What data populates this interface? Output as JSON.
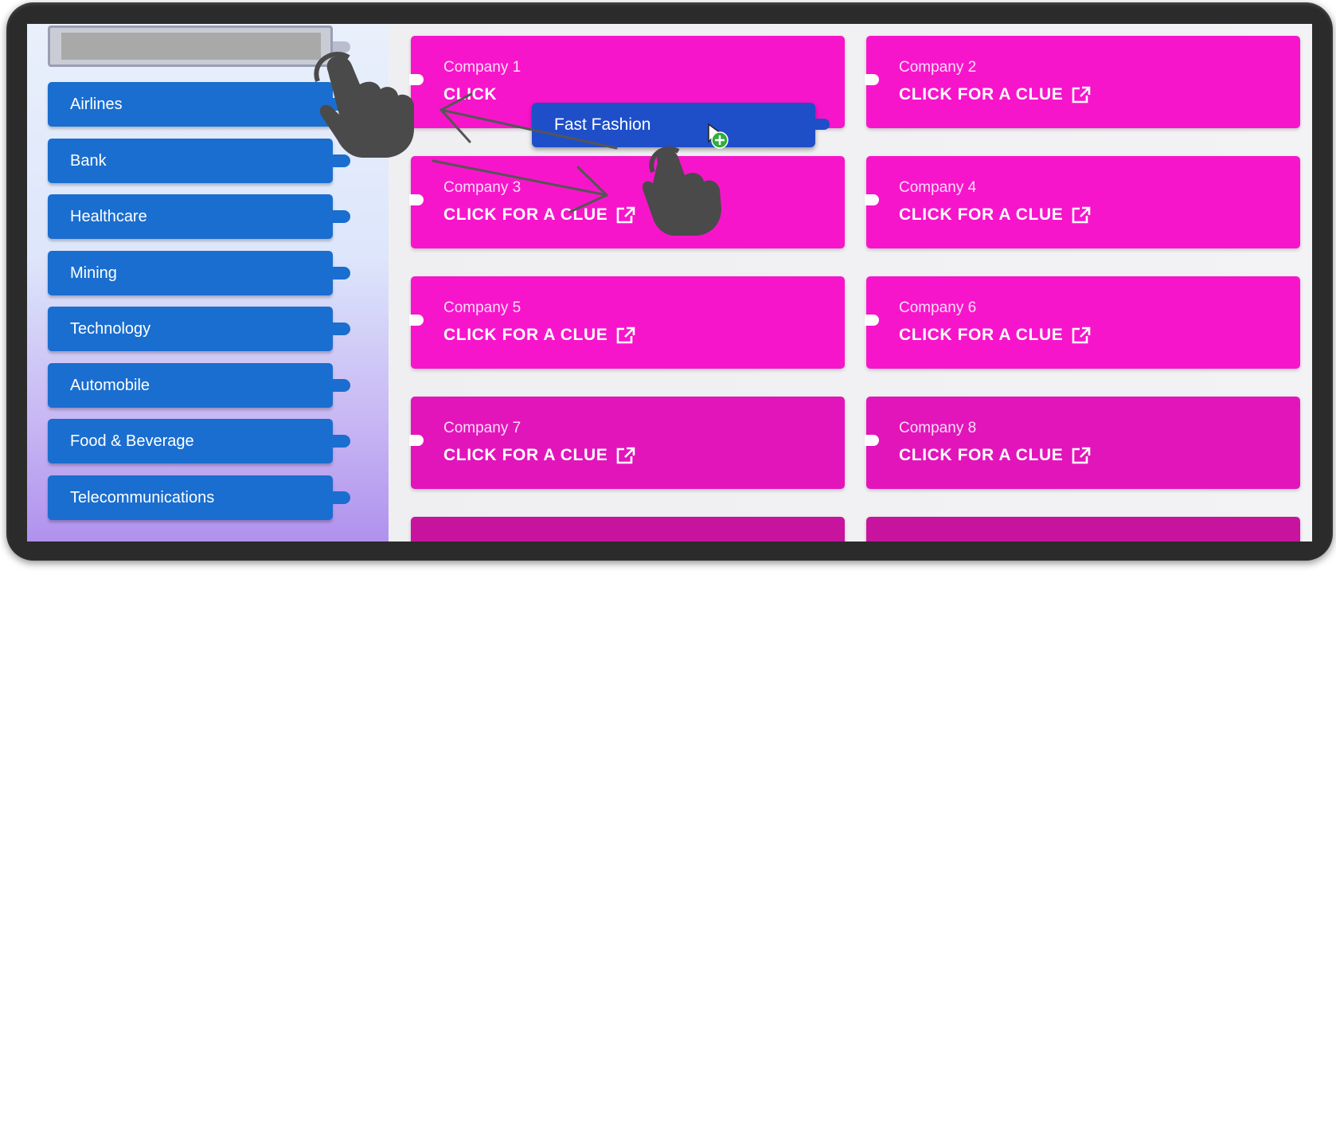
{
  "sidebar": {
    "items": [
      {
        "label": "Airlines"
      },
      {
        "label": "Bank"
      },
      {
        "label": "Healthcare"
      },
      {
        "label": "Mining"
      },
      {
        "label": "Technology"
      },
      {
        "label": "Automobile"
      },
      {
        "label": "Food & Beverage"
      },
      {
        "label": "Telecommunications"
      }
    ]
  },
  "cards": [
    {
      "company": "Company 1",
      "clue": "CLICK"
    },
    {
      "company": "Company 2",
      "clue": "CLICK FOR A CLUE"
    },
    {
      "company": "Company 3",
      "clue": "CLICK FOR A CLUE"
    },
    {
      "company": "Company 4",
      "clue": "CLICK FOR A CLUE"
    },
    {
      "company": "Company 5",
      "clue": "CLICK FOR A CLUE"
    },
    {
      "company": "Company 6",
      "clue": "CLICK FOR A CLUE"
    },
    {
      "company": "Company 7",
      "clue": "CLICK FOR A CLUE"
    },
    {
      "company": "Company 8",
      "clue": "CLICK FOR A CLUE"
    }
  ],
  "drag_chip": {
    "label": "Fast Fashion"
  },
  "icons": {
    "external": "external-link-icon",
    "hand": "hand-pointer-icon",
    "add": "plus-circle-icon",
    "cursor": "mouse-cursor-icon"
  },
  "colors": {
    "sidebar_item": "#1a6ecf",
    "card": "#f715cb",
    "drag_chip": "#1e4fc9",
    "bezel": "#2b2b2b"
  }
}
